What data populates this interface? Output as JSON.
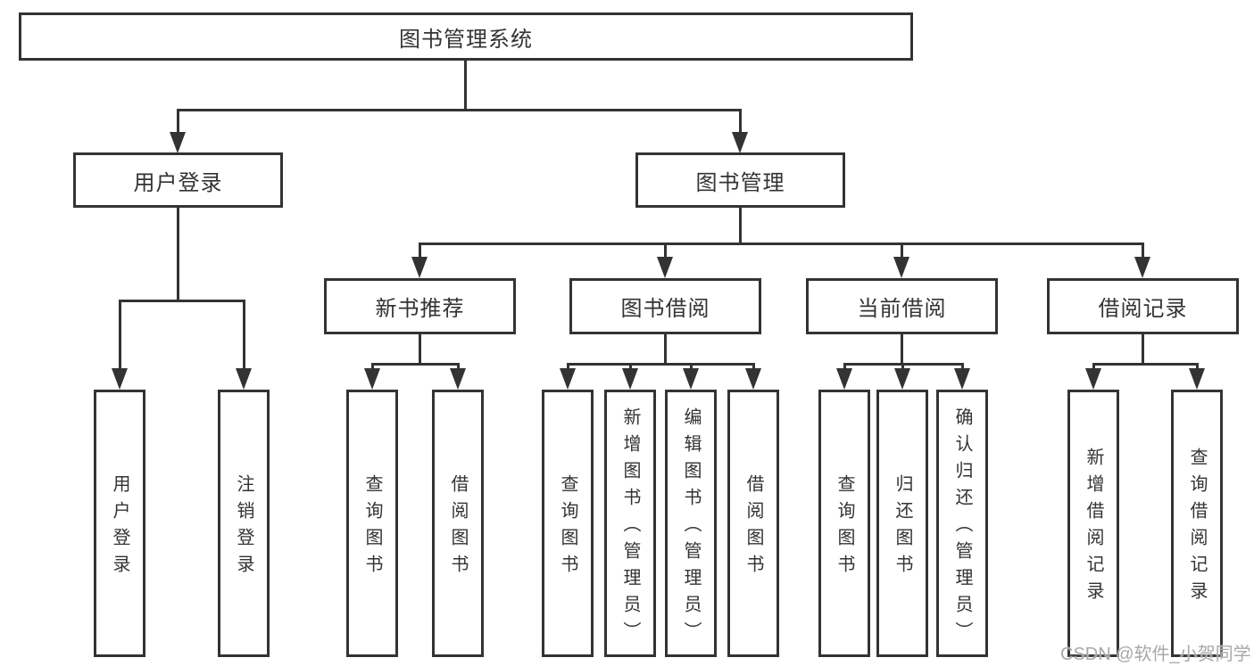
{
  "tree": {
    "root": {
      "label": "图书管理系统"
    },
    "level2": [
      {
        "label": "用户登录"
      },
      {
        "label": "图书管理"
      }
    ],
    "level3": [
      {
        "label": "新书推荐",
        "parent": "图书管理"
      },
      {
        "label": "图书借阅",
        "parent": "图书管理"
      },
      {
        "label": "当前借阅",
        "parent": "图书管理"
      },
      {
        "label": "借阅记录",
        "parent": "图书管理"
      }
    ],
    "leaves": [
      {
        "label": "用户登录",
        "parent": "用户登录"
      },
      {
        "label": "注销登录",
        "parent": "用户登录"
      },
      {
        "label": "查询图书",
        "parent": "新书推荐"
      },
      {
        "label": "借阅图书",
        "parent": "新书推荐"
      },
      {
        "label": "查询图书",
        "parent": "图书借阅"
      },
      {
        "label": "新增图书（管理员）",
        "parent": "图书借阅"
      },
      {
        "label": "编辑图书（管理员）",
        "parent": "图书借阅"
      },
      {
        "label": "借阅图书",
        "parent": "图书借阅"
      },
      {
        "label": "查询图书",
        "parent": "当前借阅"
      },
      {
        "label": "归还图书",
        "parent": "当前借阅"
      },
      {
        "label": "确认归还（管理员）",
        "parent": "当前借阅"
      },
      {
        "label": "新增借阅记录",
        "parent": "借阅记录"
      },
      {
        "label": "查询借阅记录",
        "parent": "借阅记录"
      }
    ]
  },
  "watermark": {
    "text": "CSDN @软件_小贺同学"
  },
  "colors": {
    "line": "#333333",
    "text": "#333333",
    "background": "#ffffff",
    "watermark": "#a8a8a8"
  }
}
